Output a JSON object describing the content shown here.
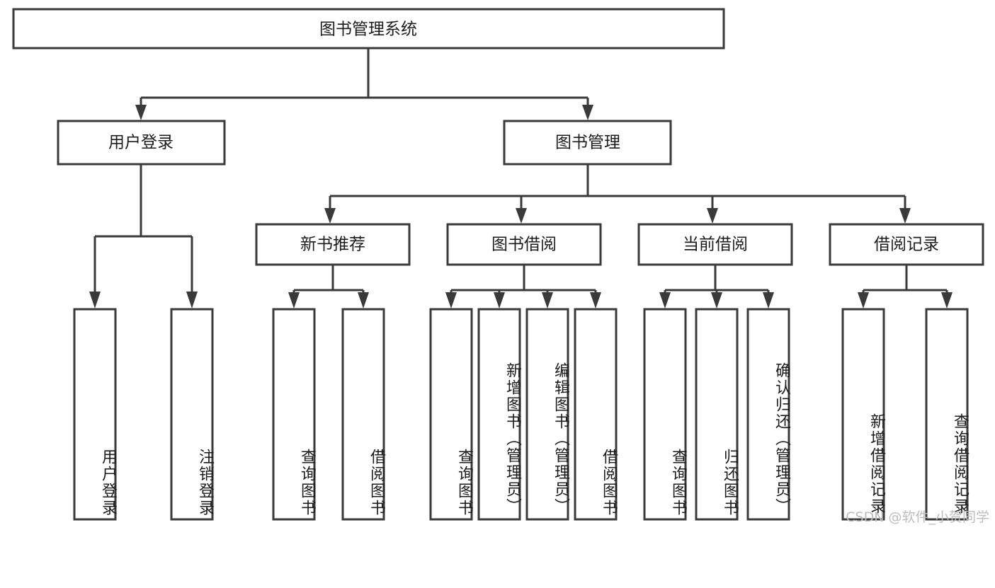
{
  "diagram": {
    "title": "图书管理系统",
    "watermark": "CSDN @软件_小贺同学",
    "colors": {
      "stroke": "#3a3a3a",
      "box_fill": "#ffffff",
      "text": "#1c1c1c",
      "watermark": "#bdbdbd",
      "background": "#ffffff"
    },
    "root": {
      "label": "图书管理系统"
    },
    "level2": [
      {
        "label": "用户登录"
      },
      {
        "label": "图书管理"
      }
    ],
    "level3": [
      {
        "label": "新书推荐"
      },
      {
        "label": "图书借阅"
      },
      {
        "label": "当前借阅"
      },
      {
        "label": "借阅记录"
      }
    ],
    "leaves": {
      "user_login": [
        {
          "label": "用户登录"
        },
        {
          "label": "注销登录"
        }
      ],
      "new_book_recommend": [
        {
          "label": "查询图书"
        },
        {
          "label": "借阅图书"
        }
      ],
      "book_borrow": [
        {
          "label": "查询图书"
        },
        {
          "label": "新增图书（管理员）"
        },
        {
          "label": "编辑图书（管理员）"
        },
        {
          "label": "借阅图书"
        }
      ],
      "current_borrow": [
        {
          "label": "查询图书"
        },
        {
          "label": "归还图书"
        },
        {
          "label": "确认归还（管理员）"
        }
      ],
      "borrow_record": [
        {
          "label": "新增借阅记录"
        },
        {
          "label": "查询借阅记录"
        }
      ]
    }
  }
}
